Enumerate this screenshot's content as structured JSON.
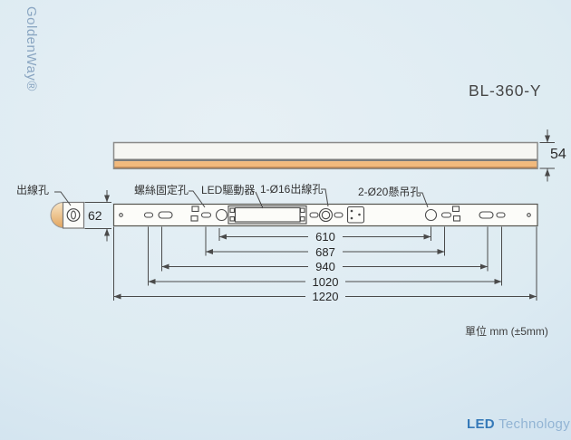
{
  "watermark": "GoldenWay®",
  "title": "BL-360-Y",
  "callouts": {
    "outlet_hole": "出線孔",
    "screw_fix_hole": "螺絲固定孔",
    "led_driver": "LED驅動器",
    "outlet_hole_16": "1-Ø16出線孔",
    "suspension_hole_20": "2-Ø20懸吊孔"
  },
  "dimensions": {
    "profile_height": "54",
    "endcap_height": "62",
    "suspension_span": "610",
    "inner_screw_span": "687",
    "outer_screw_span": "940",
    "end_screw_span": "1020",
    "total_length": "1220"
  },
  "units_note": "單位 mm (±5mm)",
  "brand": {
    "led": "LED",
    "technology": "Technology"
  },
  "colors": {
    "background_blue": "#d9e8f1",
    "accent_orange": "#f2ba7d",
    "accent_orange_dark": "#c5854a",
    "line": "#4a4a4a",
    "brand_blue": "#3579b8",
    "brand_light_blue": "#92b4d4",
    "watermark_blue": "#7a99b9"
  }
}
